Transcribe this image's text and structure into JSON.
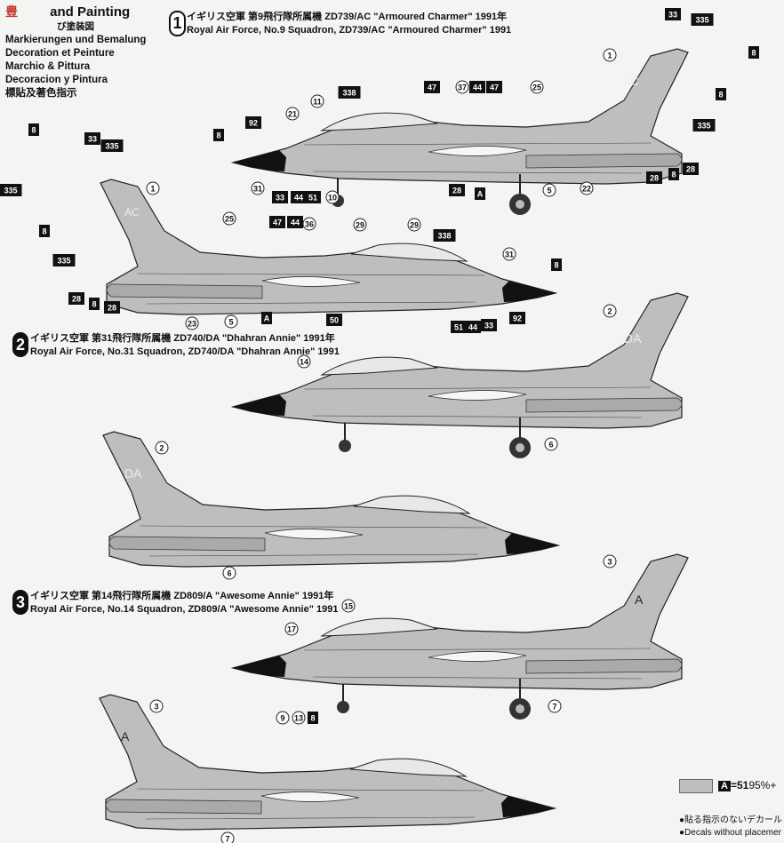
{
  "header": {
    "logo_text": "豊",
    "title_main": "and Painting",
    "title_jp_partial": "び塗装図",
    "lines": [
      "Markierungen und Bemalung",
      "Decoration et Peinture",
      "Marchio & Pittura",
      "Decoracion y Pintura",
      "標貼及著色指示"
    ]
  },
  "schemes": [
    {
      "number": "1",
      "jp": "イギリス空軍 第9飛行隊所属機 ZD739/AC \"Armoured Charmer\" 1991年",
      "en": "Royal Air Force, No.9 Squadron, ZD739/AC \"Armoured Charmer\" 1991",
      "code": "AC"
    },
    {
      "number": "2",
      "jp": "イギリス空軍 第31飛行隊所属機 ZD740/DA \"Dhahran Annie\" 1991年",
      "en": "Royal Air Force, No.31 Squadron, ZD740/DA \"Dhahran Annie\" 1991",
      "code": "DA"
    },
    {
      "number": "3",
      "jp": "イギリス空軍 第14飛行隊所属機 ZD809/A \"Awesome Annie\" 1991年",
      "en": "Royal Air Force, No.14 Squadron, ZD809/A \"Awesome Annie\" 1991",
      "code": "A"
    }
  ],
  "callouts": {
    "s1_right": [
      "33",
      "8",
      "1",
      "335",
      "8",
      "335",
      "47",
      "37",
      "44",
      "47",
      "25",
      "338",
      "11",
      "21",
      "92",
      "8",
      "31",
      "33",
      "44",
      "51",
      "10",
      "28",
      "A",
      "5",
      "22",
      "28",
      "8",
      "28"
    ],
    "s1_left": [
      "8",
      "33",
      "335",
      "335",
      "1",
      "8",
      "335",
      "28",
      "8",
      "28",
      "23",
      "5",
      "A",
      "25",
      "47",
      "44",
      "36",
      "29",
      "29",
      "338",
      "31",
      "8",
      "50",
      "51",
      "44",
      "33",
      "92"
    ],
    "s2_right": [
      "2",
      "14",
      "6"
    ],
    "s2_left": [
      "2",
      "6"
    ],
    "s3_right": [
      "3",
      "15",
      "17",
      "9",
      "13",
      "8",
      "7"
    ],
    "s3_left": [
      "3",
      "7"
    ]
  },
  "legend": {
    "badge": "A",
    "value": "=51",
    "tail": "95%+"
  },
  "notes": [
    "●貼る指示のないデカール",
    "●Decals without placemer"
  ],
  "colors": {
    "aircraft_grey": "#bdbfbd",
    "line": "#222222",
    "nose": "#111111"
  }
}
